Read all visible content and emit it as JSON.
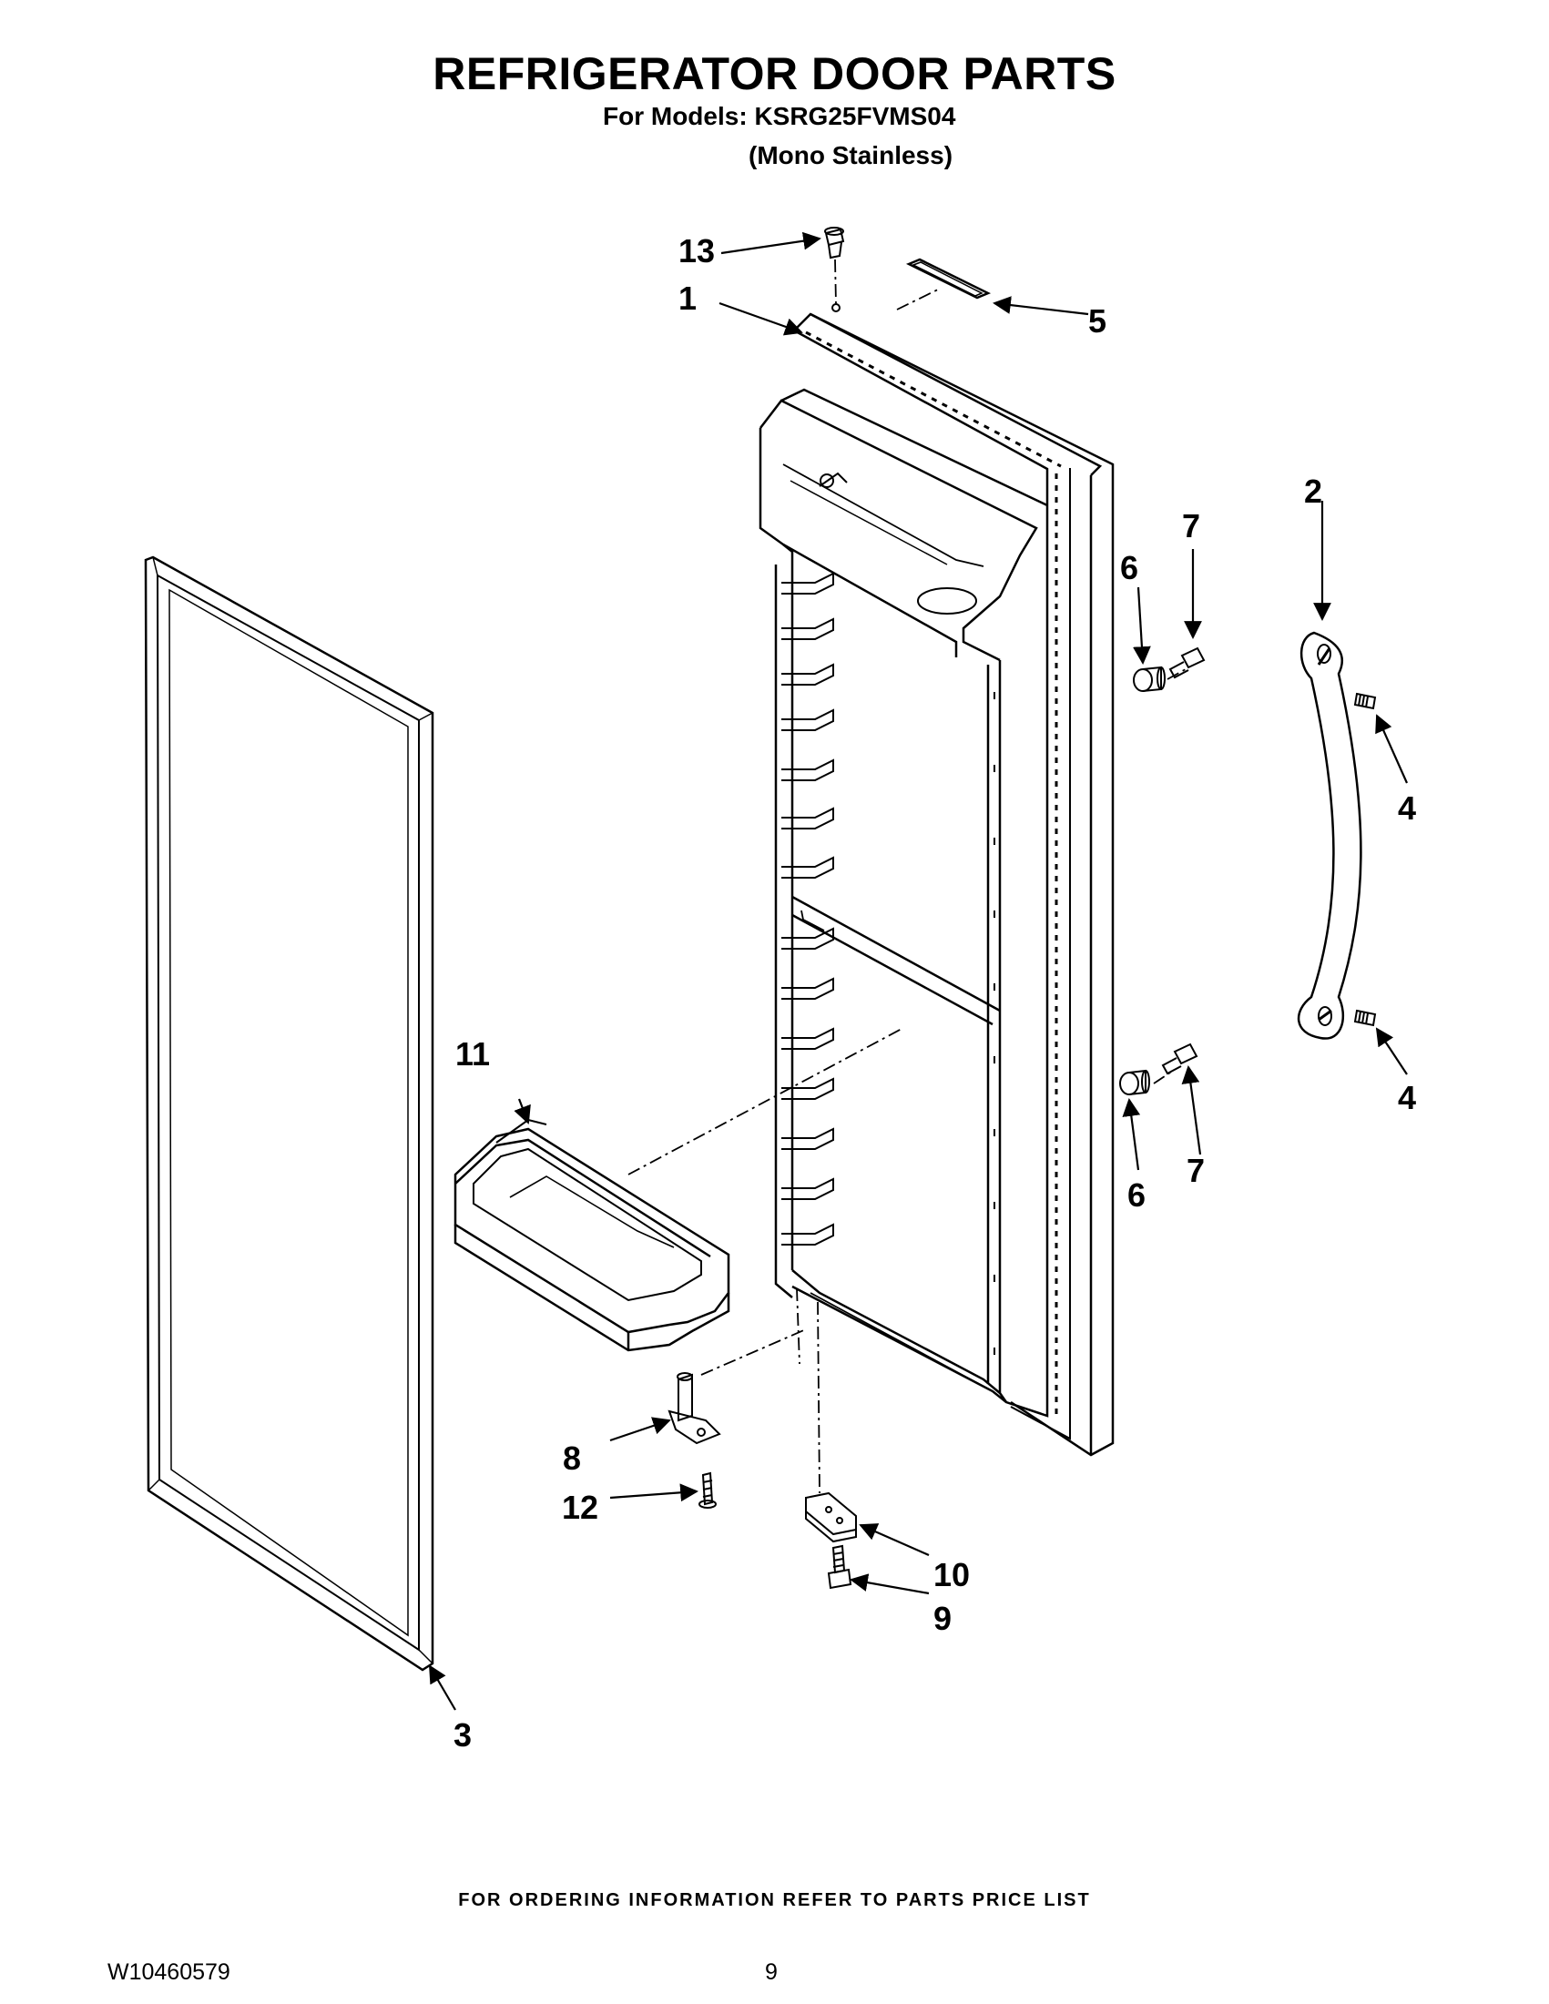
{
  "header": {
    "title": "REFRIGERATOR DOOR PARTS",
    "models_line": "For Models: KSRG25FVMS04",
    "variant": "(Mono Stainless)"
  },
  "callouts": {
    "c1": "1",
    "c2": "2",
    "c3": "3",
    "c4a": "4",
    "c4b": "4",
    "c5": "5",
    "c6a": "6",
    "c6b": "6",
    "c7a": "7",
    "c7b": "7",
    "c8": "8",
    "c9": "9",
    "c10": "10",
    "c11": "11",
    "c12": "12",
    "c13": "13"
  },
  "footer": {
    "ordering_note": "FOR ORDERING INFORMATION REFER TO PARTS PRICE LIST",
    "document_id": "W10460579",
    "page_number": "9"
  }
}
